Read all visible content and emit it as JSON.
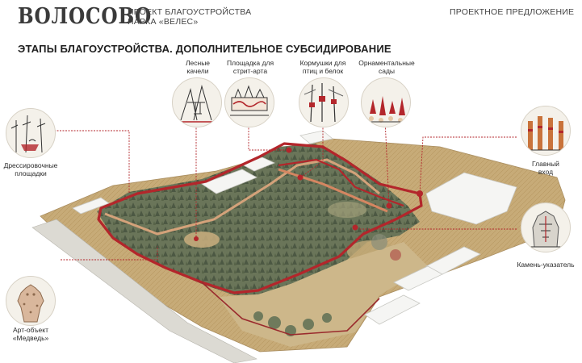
{
  "header": {
    "logo": "ВОЛОСОВО",
    "subtitle_line1": "ПРОЕКТ БЛАГОУСТРОЙСТВА",
    "subtitle_line2": "ПАРКА «ВЕЛЕС»",
    "right": "ПРОЕКТНОЕ ПРЕДЛОЖЕНИЕ"
  },
  "title": "ЭТАПЫ БЛАГОУСТРОЙСТВА. ДОПОЛНИТЕЛЬНОЕ СУБСИДИРОВАНИЕ",
  "callouts": {
    "forest_swings": {
      "line1": "Лесные",
      "line2": "качели",
      "icon": "forest-swings-illustration"
    },
    "street_art": {
      "line1": "Площадка для",
      "line2": "стрит-арта",
      "icon": "street-art-illustration"
    },
    "feeders": {
      "line1": "Кормушки для",
      "line2": "птиц и белок",
      "icon": "bird-feeders-illustration"
    },
    "gardens": {
      "line1": "Орнаментальные",
      "line2": "сады",
      "icon": "ornamental-gardens-illustration"
    },
    "dog_training": {
      "line1": "Дрессировочные",
      "line2": "площадки",
      "icon": "dog-training-illustration"
    },
    "main_entrance": {
      "line1": "Главный",
      "line2": "вход",
      "icon": "main-entrance-illustration"
    },
    "stone": {
      "line1": "Камень-указатель",
      "icon": "stone-sign-illustration"
    },
    "bear": {
      "line1": "Арт-объект",
      "line2": "«Медведь»",
      "icon": "bear-art-object-illustration"
    }
  },
  "colors": {
    "route": "#b3262b",
    "leader": "#b3262b",
    "forest": "#5d6b50",
    "field": "#c9ae7e"
  }
}
